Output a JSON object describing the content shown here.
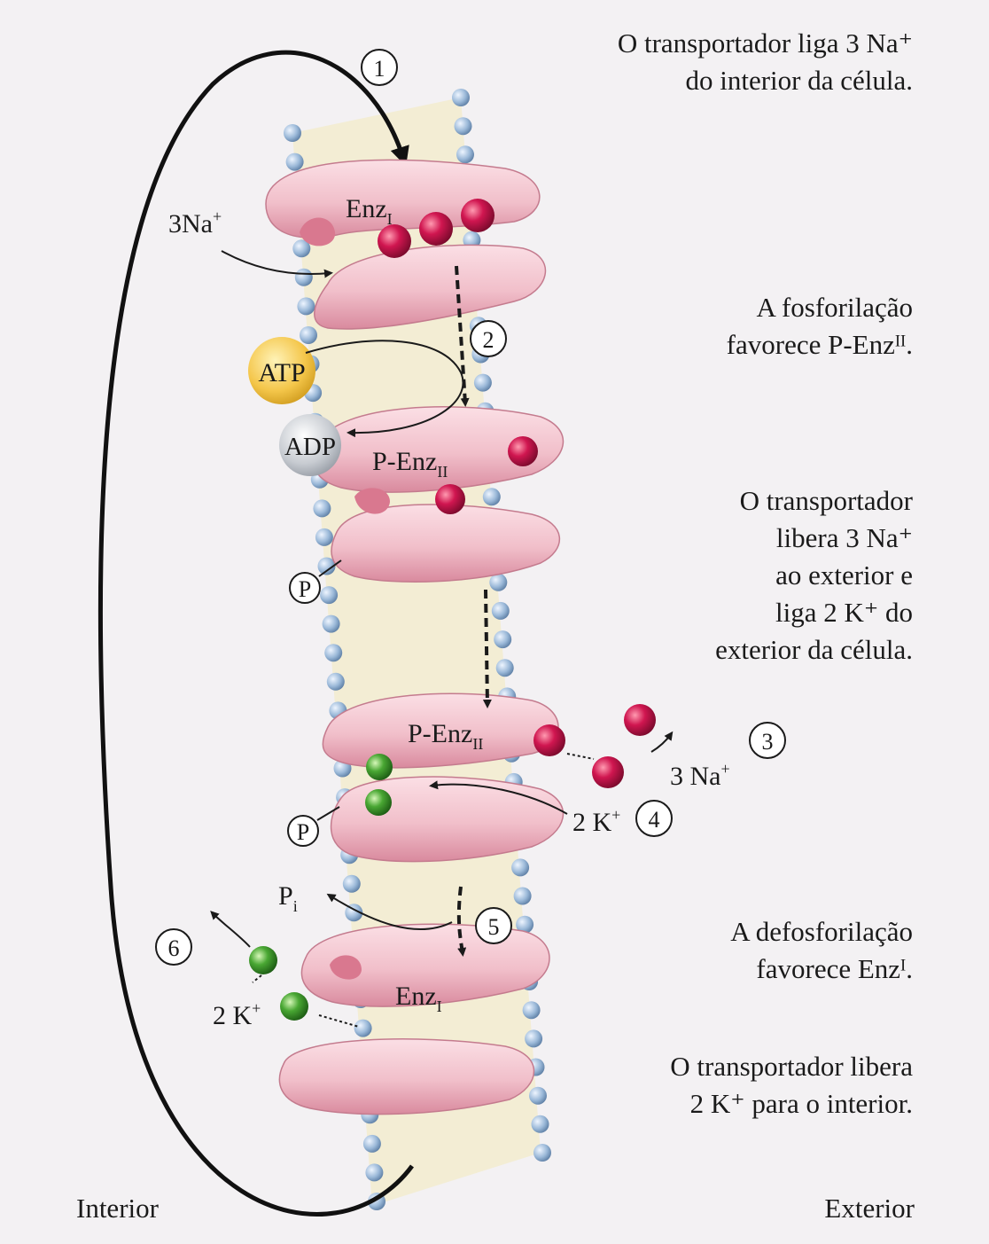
{
  "captions": {
    "step1": [
      "O transportador liga 3 Na⁺",
      "do interior da célula."
    ],
    "step2": [
      "A fosforilação",
      "favorece P-Enzᴵᴵ."
    ],
    "step3": [
      "O transportador",
      "libera 3 Na⁺",
      "ao exterior e",
      "liga 2 K⁺ do",
      "exterior da célula."
    ],
    "step5": [
      "A defosforilação",
      "favorece Enzᴵ."
    ],
    "step6": [
      "O transportador libera",
      "2 K⁺ para o interior."
    ]
  },
  "labels": {
    "interior": "Interior",
    "exterior": "Exterior",
    "na_in": "3Na",
    "na_out": "3 Na",
    "k_out": "2 K",
    "k_in": "2 K",
    "atp": "ATP",
    "adp": "ADP",
    "p": "P",
    "pi": "P",
    "pi_sub": "i",
    "enz": "Enz",
    "penz": "P-Enz",
    "sub_I": "I",
    "sub_II": "II",
    "plus": "+"
  },
  "steps": [
    "1",
    "2",
    "3",
    "4",
    "5",
    "6"
  ],
  "colors": {
    "protein": "#f3c6cf",
    "protein_dark": "#d98a9e",
    "sodium": "#c8154a",
    "potassium": "#3f9a2e",
    "atp": "#f4c64a",
    "adp": "#b9bdc3",
    "lipid_head": "#9ab8d8",
    "lipid_tail": "#f1e6a8"
  }
}
